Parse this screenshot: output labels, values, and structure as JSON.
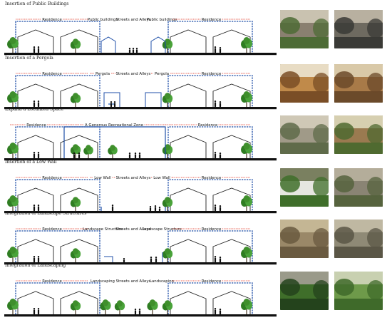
{
  "panels": [
    {
      "title": "Insertion of Public Buildings",
      "labels": [
        "Residence",
        "Public buildings",
        "Streets and Alleys",
        "Public buildings",
        "Residence"
      ],
      "layout": "public-buildings",
      "photo_left": "tiled-roof-house-among-trees",
      "photo_right": "covered-walkway-street"
    },
    {
      "title": "Insertion of a Pergola",
      "labels": [
        "Residence",
        "Pergola",
        "Streets and Alleys",
        "Pergola",
        "Residence"
      ],
      "layout": "pergola",
      "photo_left": "timber-pergola-pavilion",
      "photo_right": "wooden-lattice-roof"
    },
    {
      "title": "Expand a Localized Space",
      "labels": [
        "Residence",
        "A Generous Recreational Zone",
        "Residence"
      ],
      "layout": "recreational-zone",
      "photo_left": "open-plaza-with-shelter",
      "photo_right": "garden-courtyard-pavilion"
    },
    {
      "title": "Insertion of a Low Wall",
      "labels": [
        "Residence",
        "Low Wall",
        "Streets and Alleys",
        "Low Wall",
        "Residence"
      ],
      "layout": "low-wall",
      "photo_left": "white-house-behind-low-wall",
      "photo_right": "stone-low-wall"
    },
    {
      "title": "Integration of Landscape Structures",
      "labels": [
        "Residence",
        "Landscape Structure",
        "Streets and Alleys",
        "Landscape Structure",
        "Residence"
      ],
      "layout": "landscape-structure",
      "photo_left": "stone-retaining-wall",
      "photo_right": "perforated-stone-screen"
    },
    {
      "title": "Integration of Landscaping",
      "labels": [
        "Residence",
        "Landscaping",
        "Streets and Alleys",
        "Landscaping",
        "Residence"
      ],
      "layout": "landscaping",
      "photo_left": "stone-path-through-greenery",
      "photo_right": "bamboo-garden"
    }
  ],
  "colors": {
    "dashed_label_line": "#e0301e",
    "zone_outline": "#1f4fa8",
    "house_outline": "#222222",
    "ground": "#111111",
    "tree": "#3f8f2c"
  }
}
